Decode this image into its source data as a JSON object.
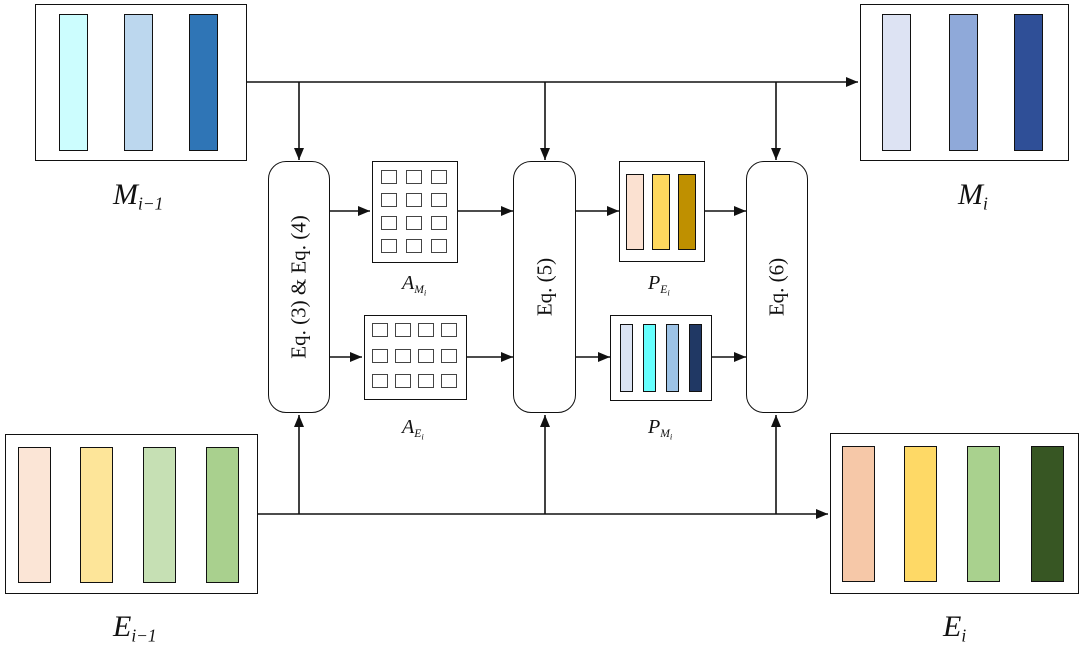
{
  "equations": {
    "eq34": "Eq. (3) & Eq. (4)",
    "eq5": "Eq. (5)",
    "eq6": "Eq. (6)"
  },
  "labels": {
    "m_prev": {
      "base": "M",
      "sub": "i−1"
    },
    "m_next": {
      "base": "M",
      "sub": "i"
    },
    "e_prev": {
      "base": "E",
      "sub": "i−1"
    },
    "e_next": {
      "base": "E",
      "sub": "i"
    },
    "a_m": {
      "base": "A",
      "sub": "M",
      "subsub": "i"
    },
    "a_e": {
      "base": "A",
      "sub": "E",
      "subsub": "i"
    },
    "p_e": {
      "base": "P",
      "sub": "E",
      "subsub": "i"
    },
    "p_m": {
      "base": "P",
      "sub": "M",
      "subsub": "i"
    }
  },
  "colors": {
    "m_prev_bars": [
      "#ccfdfe",
      "#bcd7ee",
      "#2f75b6"
    ],
    "m_next_bars": [
      "#dde3f3",
      "#8fa9d9",
      "#2f4f97"
    ],
    "e_prev_bars": [
      "#fbe5d6",
      "#fde599",
      "#c6e0b4",
      "#a9d08e"
    ],
    "e_next_bars": [
      "#f6c8a8",
      "#fed966",
      "#a9d18e",
      "#375623"
    ],
    "p_e_bars": [
      "#fbe1d1",
      "#fed85e",
      "#bf9000"
    ],
    "p_m_bars": [
      "#dae3f3",
      "#66fffe",
      "#9dc3e6",
      "#203864"
    ]
  }
}
